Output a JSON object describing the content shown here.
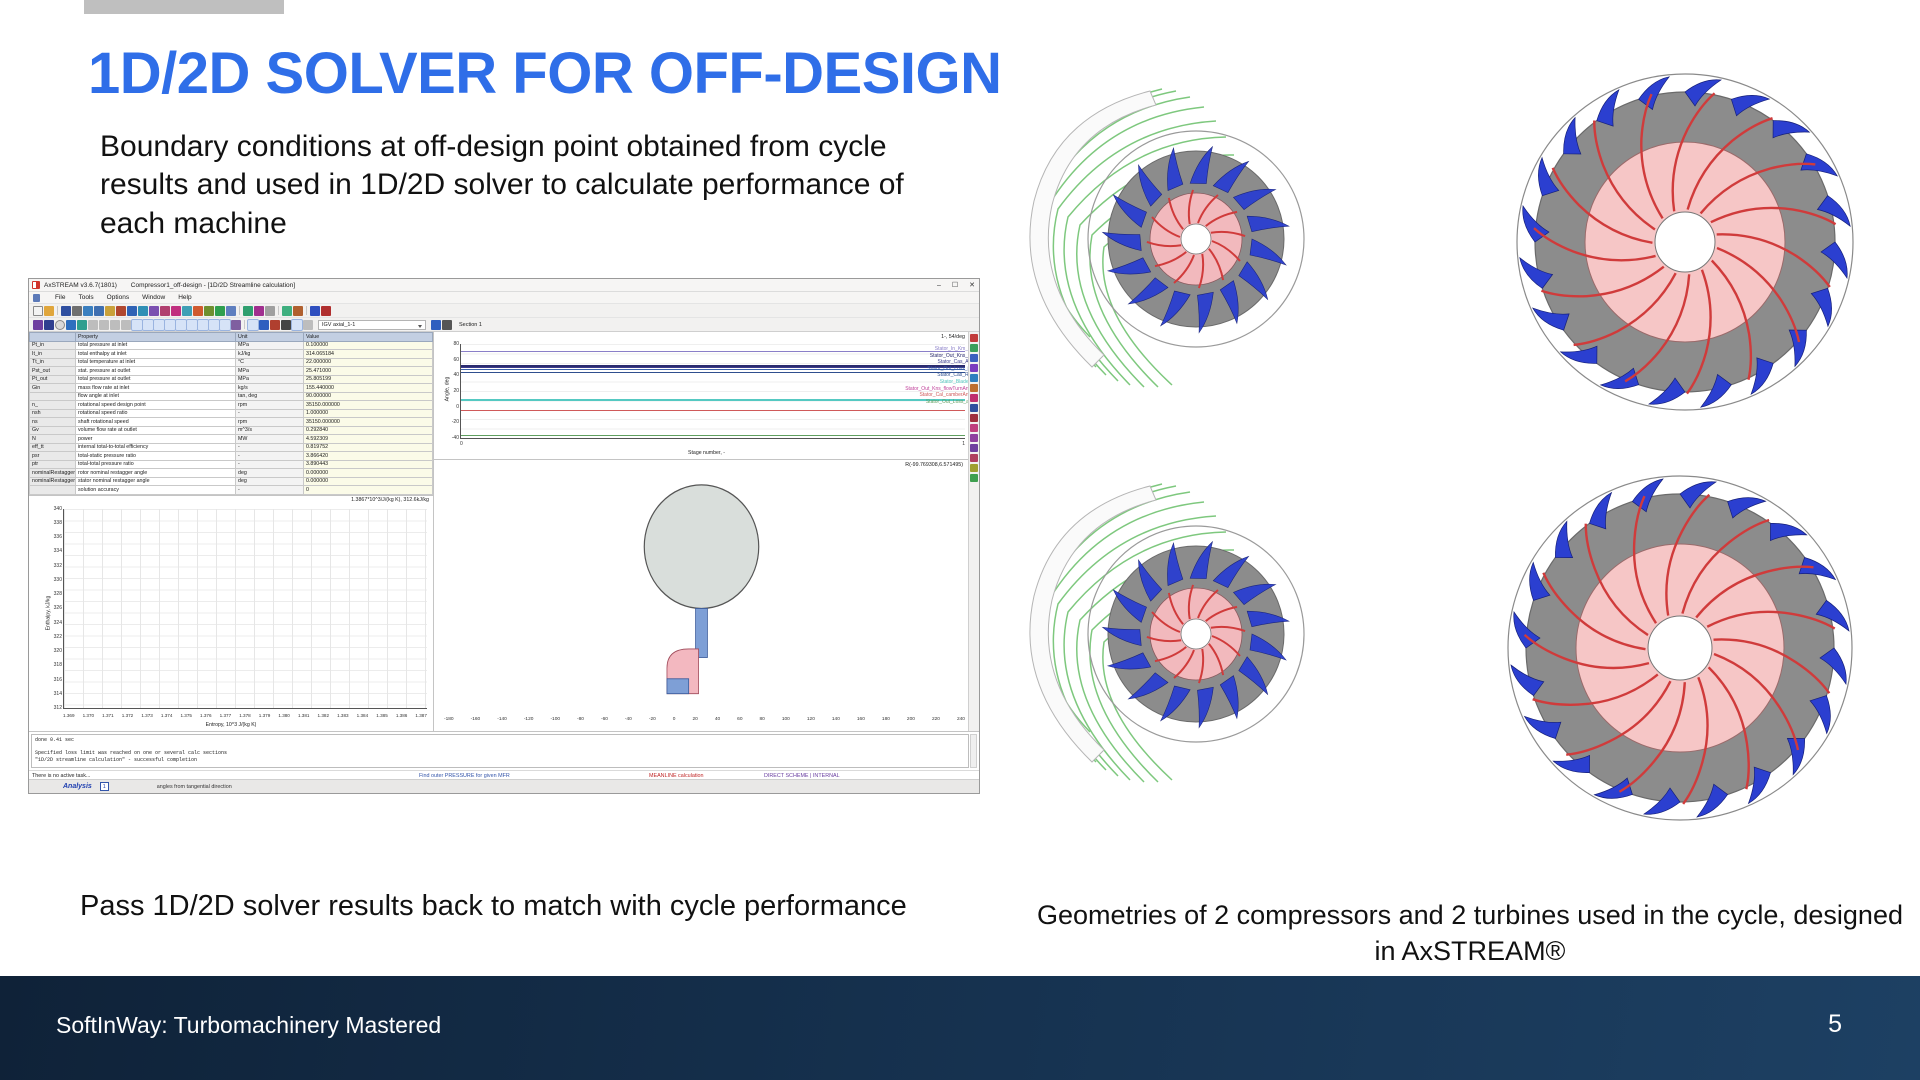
{
  "slide": {
    "title": "1D/2D SOLVER FOR OFF-DESIGN",
    "subtitle": "Boundary conditions at off-design point obtained from cycle results and used in 1D/2D solver to calculate performance of each machine",
    "caption_left": "Pass 1D/2D solver results back to match with cycle performance",
    "caption_right": "Geometries of 2 compressors and 2 turbines used in the cycle, designed in AxSTREAM®",
    "footer_text": "SoftInWay: Turbomachinery Mastered",
    "page_number": "5",
    "title_color": "#2f6ee8",
    "footer_color": "#15304d"
  },
  "app": {
    "title_app": "AxSTREAM v3.6.7(1801)",
    "title_doc": "Compressor1_off-design - [1D/2D Streamline calculation]",
    "window_buttons": [
      "–",
      "☐",
      "✕"
    ],
    "menu": [
      "File",
      "Tools",
      "Options",
      "Window",
      "Help"
    ],
    "combo_value": "IGV axial_1-1",
    "section_label": "Section 1",
    "table": {
      "headers": [
        "",
        "Property",
        "Unit",
        "Value"
      ],
      "rows": [
        [
          "Pt_in",
          "total pressure at inlet",
          "MPa",
          "0.100000"
        ],
        [
          "It_in",
          "total enthalpy at inlet",
          "kJ/kg",
          "314.065184"
        ],
        [
          "Tt_in",
          "total temperature at inlet",
          "°C",
          "22.000000"
        ],
        [
          "Pst_out",
          "stat. pressure at outlet",
          "MPa",
          "25.471000"
        ],
        [
          "Pt_out",
          "total pressure at outlet",
          "MPa",
          "25.805199"
        ],
        [
          "Gin",
          "mass flow rate at inlet",
          "kg/s",
          "155.440000"
        ],
        [
          "",
          "flow angle at inlet",
          "tan, deg",
          "90.000000"
        ],
        [
          "n_",
          "rotational speed design point",
          "rpm",
          "35150.000000"
        ],
        [
          "nsh",
          "rotational speed ratio",
          "-",
          "1.000000"
        ],
        [
          "ns",
          "shaft rotational speed",
          "rpm",
          "35150.000000"
        ],
        [
          "Gv",
          "volume flow rate at outlet",
          "m^3/s",
          "0.292840"
        ],
        [
          "N",
          "power",
          "MW",
          "4.592309"
        ],
        [
          "eff_tt",
          "internal total-to-total efficiency",
          "-",
          "0.819752"
        ],
        [
          "psr",
          "total-static pressure ratio",
          "-",
          "3.866420"
        ],
        [
          "ptr",
          "total-total pressure ratio",
          "-",
          "3.890443"
        ],
        [
          "nominalRestagger",
          "rotor nominal restagger angle",
          "deg",
          "0.000000"
        ],
        [
          "nominalRestagger",
          "stator nominal restagger angle",
          "deg",
          "0.000000"
        ],
        [
          "",
          "solution accuracy",
          "-",
          "0"
        ]
      ]
    },
    "angle_chart": {
      "header": "1-, 54/deg",
      "xlabel": "Stage number, -",
      "ylabel": "Angle, deg",
      "xticks": [
        "0",
        "1"
      ],
      "yticks": [
        "80",
        "60",
        "40",
        "20",
        "0",
        "-20",
        "-40"
      ],
      "legend": [
        {
          "label": "Stator_In_Km_A_1",
          "color": "#8a7fc8"
        },
        {
          "label": "Stator_Out_Kns_A_1",
          "color": "#2b2b6e"
        },
        {
          "label": "Stator_Cas_A1_1",
          "color": "#3b3b8f"
        },
        {
          "label": "Stator_Out_Loss_ia_1",
          "color": "#3a5fa8"
        },
        {
          "label": "Stator_Cas_R2_1",
          "color": "#2f4f8f"
        },
        {
          "label": "Stator_Blade_1b",
          "color": "#55c9c2"
        },
        {
          "label": "Stator_Out_Kns_flowTurnAng_1",
          "color": "#c0409a"
        },
        {
          "label": "Stator_Cal_camberAng_1",
          "color": "#d05a5a"
        },
        {
          "label": "Stator_Out_Loss_ax_1",
          "color": "#5f9f5f"
        }
      ]
    },
    "meridional": {
      "header": "R(-99.769308,6.571495)",
      "xticks": [
        "-180",
        "-160",
        "-140",
        "-120",
        "-100",
        "-80",
        "-60",
        "-40",
        "-20",
        "0",
        "20",
        "40",
        "60",
        "80",
        "100",
        "120",
        "140",
        "160",
        "180",
        "200",
        "220",
        "240"
      ]
    },
    "hs_chart": {
      "header": "1.3867*10^3/J/(kg K), 312.6kJ/kg",
      "ylabel": "Enthalpy, kJ/kg",
      "xlabel": "Entropy, 10^3 J/(kg K)",
      "yticks": [
        "340",
        "338",
        "336",
        "334",
        "332",
        "330",
        "328",
        "326",
        "324",
        "322",
        "320",
        "318",
        "316",
        "314",
        "312"
      ],
      "xticks": [
        "1.369",
        "1.370",
        "1.371",
        "1.372",
        "1.373",
        "1.374",
        "1.375",
        "1.376",
        "1.377",
        "1.378",
        "1.379",
        "1.380",
        "1.381",
        "1.382",
        "1.383",
        "1.384",
        "1.385",
        "1.386",
        "1.387"
      ]
    },
    "log": {
      "line1": "done      0.41 sec",
      "line2": "Specified loss limit was reached on one or several calc sections",
      "line3": "\"1D/2D streamline calculation\" - successful completion"
    },
    "status": {
      "task": "There is no active task...",
      "find": "Find outer PRESSURE for given MFR",
      "calc": "MEANLINE calculation",
      "scheme": "DIRECT SCHEME | INTERNAL",
      "analysis": "Analysis",
      "analysis_num": "1",
      "hint": "angles from tangential direction"
    }
  },
  "geometry": {
    "items": [
      {
        "name": "compressor-top-left",
        "kind": "radial-compressor"
      },
      {
        "name": "turbine-top-right",
        "kind": "radial-turbine"
      },
      {
        "name": "compressor-bottom-left",
        "kind": "radial-compressor"
      },
      {
        "name": "turbine-bottom-right",
        "kind": "radial-turbine"
      }
    ],
    "colors": {
      "blade_blue": "#2b3fd0",
      "blade_red": "#d03b3b",
      "hub_grey": "#808080",
      "shroud_pink": "#f6c6c6",
      "streamline_green": "#7ec87e"
    }
  }
}
